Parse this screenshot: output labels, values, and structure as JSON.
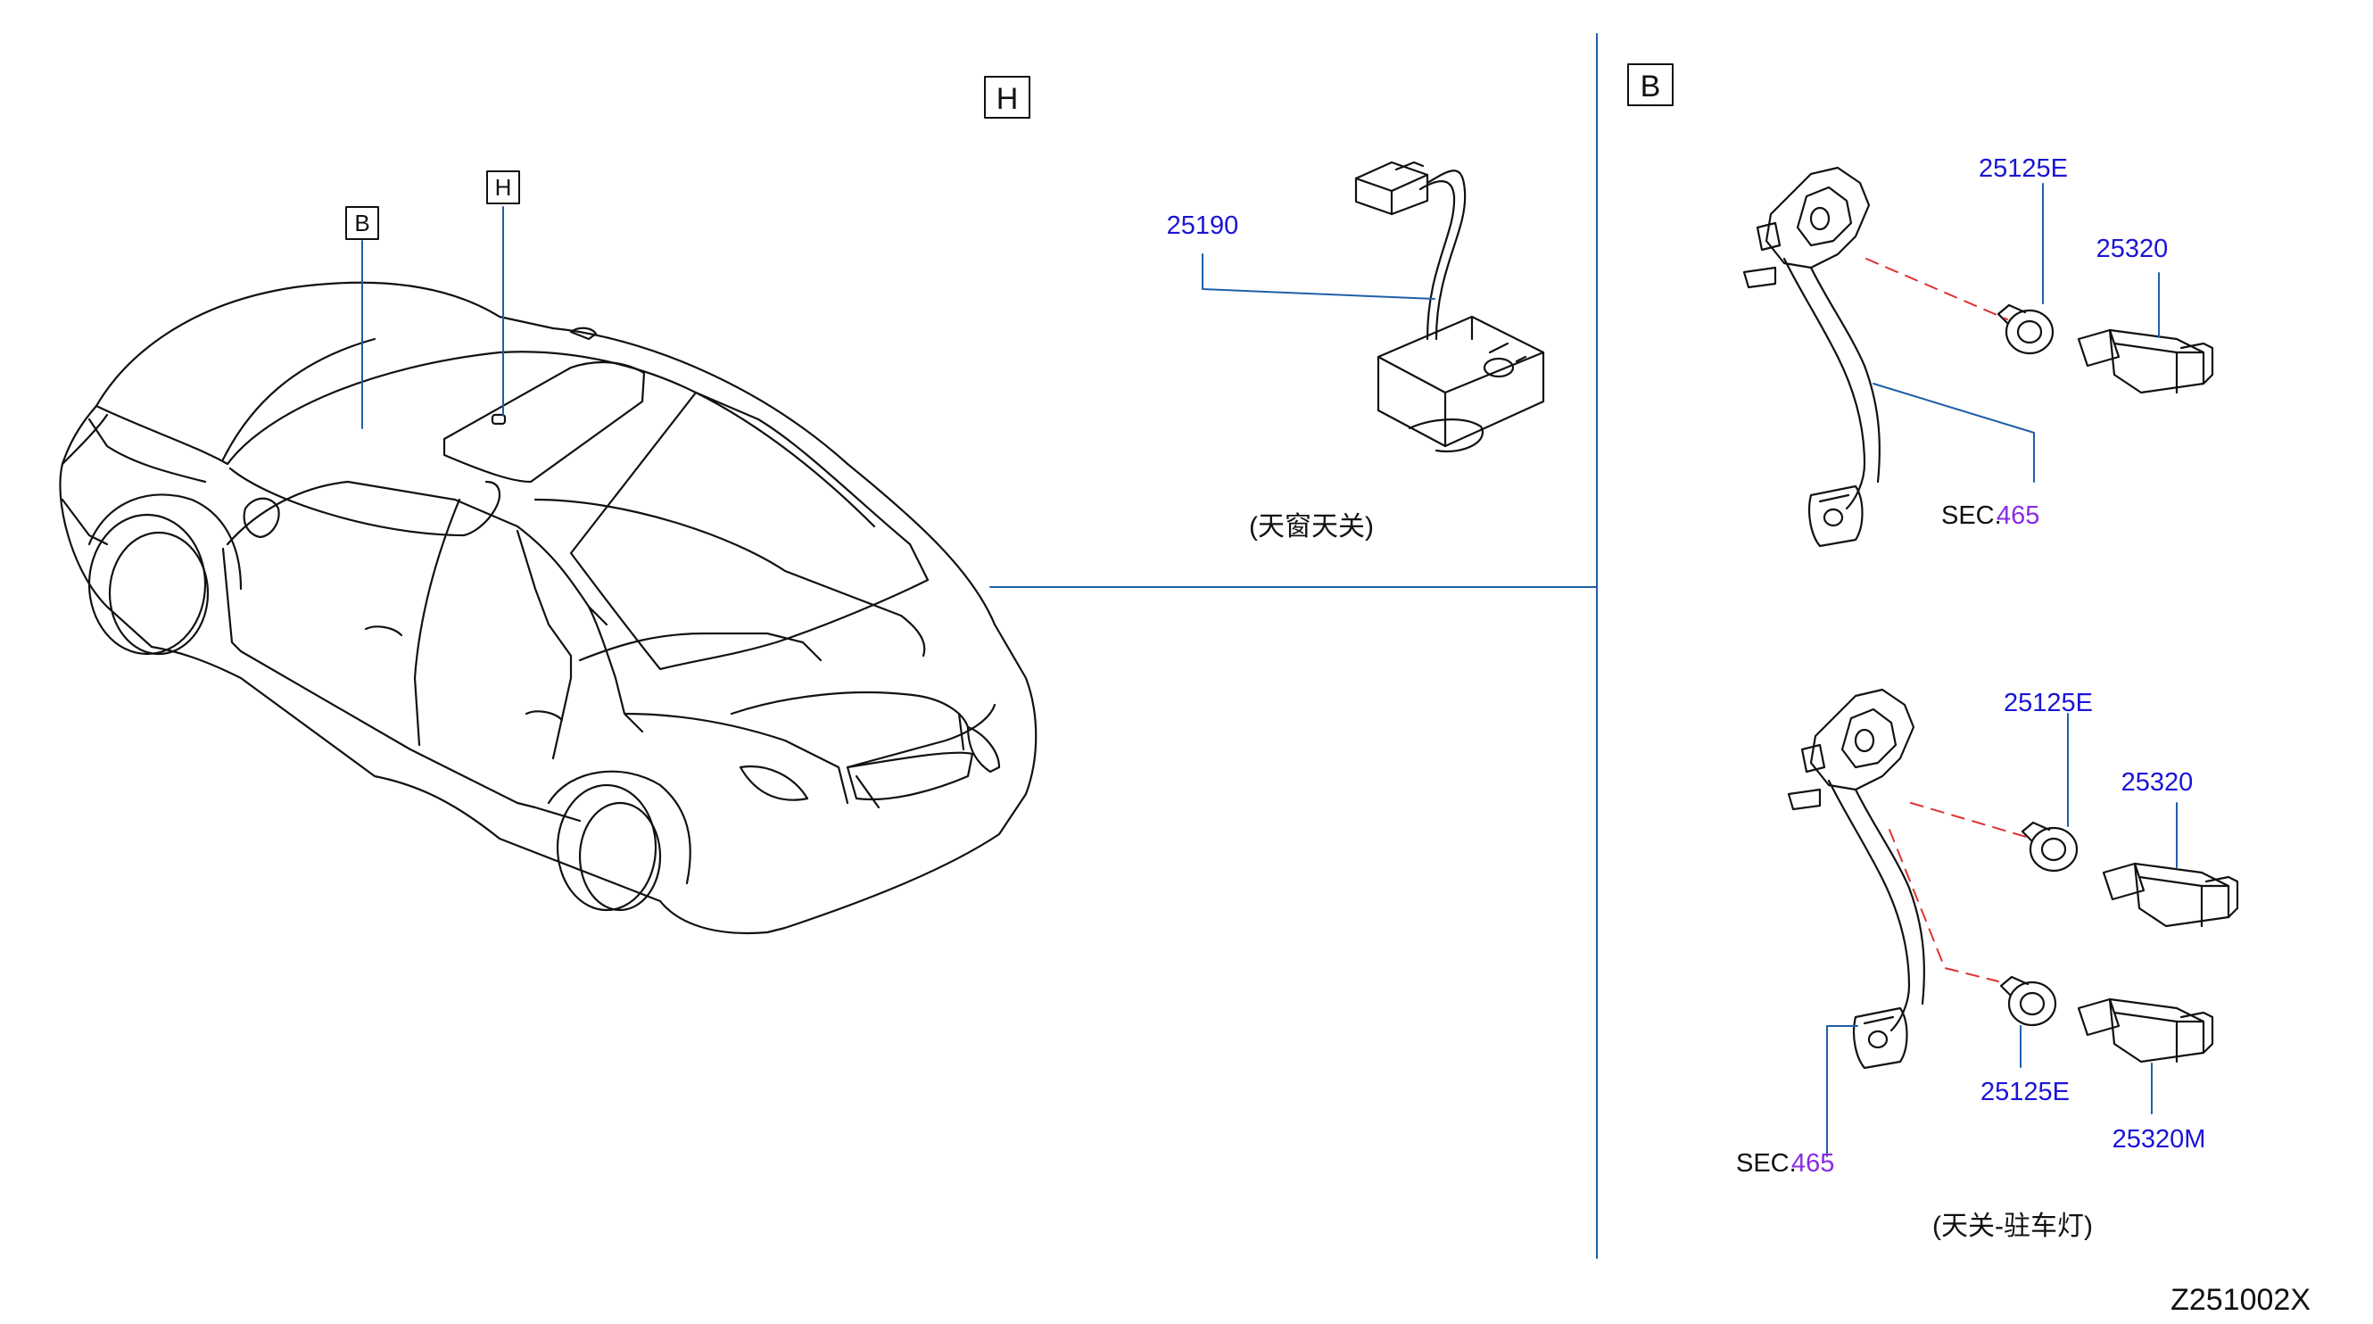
{
  "sections": {
    "H": {
      "letter": "H",
      "caption": "(天窗天关)"
    },
    "B": {
      "letter": "B",
      "caption": "(天关-驻车灯)"
    }
  },
  "car_callouts": {
    "b": "B",
    "h": "H"
  },
  "parts": {
    "p25190": "25190",
    "p25125e_top": "25125E",
    "p25320_top": "25320",
    "sec_top_prefix": "SEC.",
    "sec_top_num": "465",
    "p25125e_mid": "25125E",
    "p25320_mid": "25320",
    "p25125e_bot": "25125E",
    "p25320m": "25320M",
    "sec_bot_prefix": "SEC.",
    "sec_bot_num": "465"
  },
  "diagram_code": "Z251002X",
  "colors": {
    "label_blue": "#1a14d6",
    "sec_purple": "#8a2be2",
    "leader": "#1f5fa8",
    "dash": "#e03030"
  }
}
